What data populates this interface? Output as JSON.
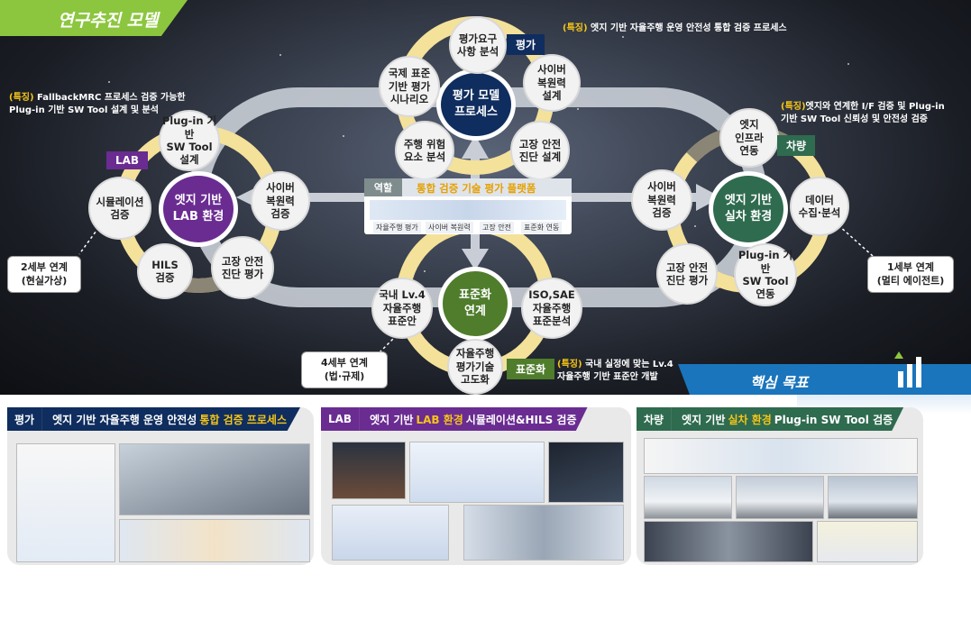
{
  "header": {
    "title": "연구추진 모델"
  },
  "colors": {
    "lab": "#6a2c91",
    "eval": "#0f2d5e",
    "vehicle": "#2f6b4f",
    "standard": "#4f7d2c",
    "ring": "#f4e19a",
    "accent": "#8cc63f"
  },
  "hubs": {
    "eval": "평가 모델\n프로세스",
    "lab": "엣지 기반\nLAB 환경",
    "vehicle": "엣지 기반\n실차 환경",
    "standard": "표준화\n연계"
  },
  "tags": {
    "eval": "평가",
    "lab": "LAB",
    "vehicle": "차량",
    "standard": "표준화",
    "role": "역할"
  },
  "eval_nodes": [
    "평가요구\n사항 분석",
    "사이버\n복원력\n설계",
    "고장 안전\n진단 설계",
    "주행 위험\n요소 분석",
    "국제 표준\n기반 평가\n시나리오"
  ],
  "lab_nodes": [
    "Plug-in 기반\nSW Tool\n설계",
    "사이버\n복원력\n검증",
    "고장 안전\n진단 평가",
    "HILS\n검증",
    "시뮬레이션\n검증"
  ],
  "vehicle_nodes": [
    "엣지\n인프라\n연동",
    "데이터\n수집·분석",
    "Plug-in 기반\nSW Tool\n연동",
    "고장 안전\n진단 평가",
    "사이버\n복원력\n검증"
  ],
  "standard_nodes": [
    "국내 Lv.4\n자율주행\n표준안",
    "ISO,SAE\n자율주행\n표준분석",
    "자율주행\n평가기술\n고도화"
  ],
  "notes": {
    "eval": {
      "label": "(특징)",
      "text": "엣지 기반 자율주행 운영 안전성 통합 검증 프로세스"
    },
    "lab": {
      "label": "(특징)",
      "text": "FallbackMRC 프로세스 검증 가능한",
      "text2": "Plug-in 기반 SW Tool 설계 및 분석"
    },
    "vehicle": {
      "label": "(특징)",
      "text": "엣지와 연계한 I/F 검증 및 Plug-in",
      "text2": "기반 SW Tool 신뢰성 및 안전성 검증"
    },
    "standard": {
      "label": "(특징)",
      "text": "국내 실정에 맞는 Lv.4",
      "text2": "자율주행 기반 표준안 개발"
    }
  },
  "links": {
    "left": "2세부 연계\n(현실가상)",
    "right": "1세부 연계\n(멀티 에이전트)",
    "bottom": "4세부 연계\n(법·규제)"
  },
  "platform": {
    "title": "통합 검증 기술 평가 플랫폼",
    "chips": [
      "자율주행 평가",
      "사이버 복원력",
      "고장 안전",
      "표준화 연동"
    ]
  },
  "goal": {
    "title": "핵심 목표"
  },
  "panels": [
    {
      "tag": "평가",
      "title_pre": "엣지 기반 자율주행 운영 안전성",
      "title_hl": "통합 검증 프로세스",
      "title_post": ""
    },
    {
      "tag": "LAB",
      "title_pre": "엣지 기반",
      "title_hl": "LAB 환경",
      "title_post": "시뮬레이션&HILS 검증"
    },
    {
      "tag": "차량",
      "title_pre": "엣지 기반",
      "title_hl": "실차 환경",
      "title_post": "Plug-in SW Tool 검증"
    }
  ]
}
